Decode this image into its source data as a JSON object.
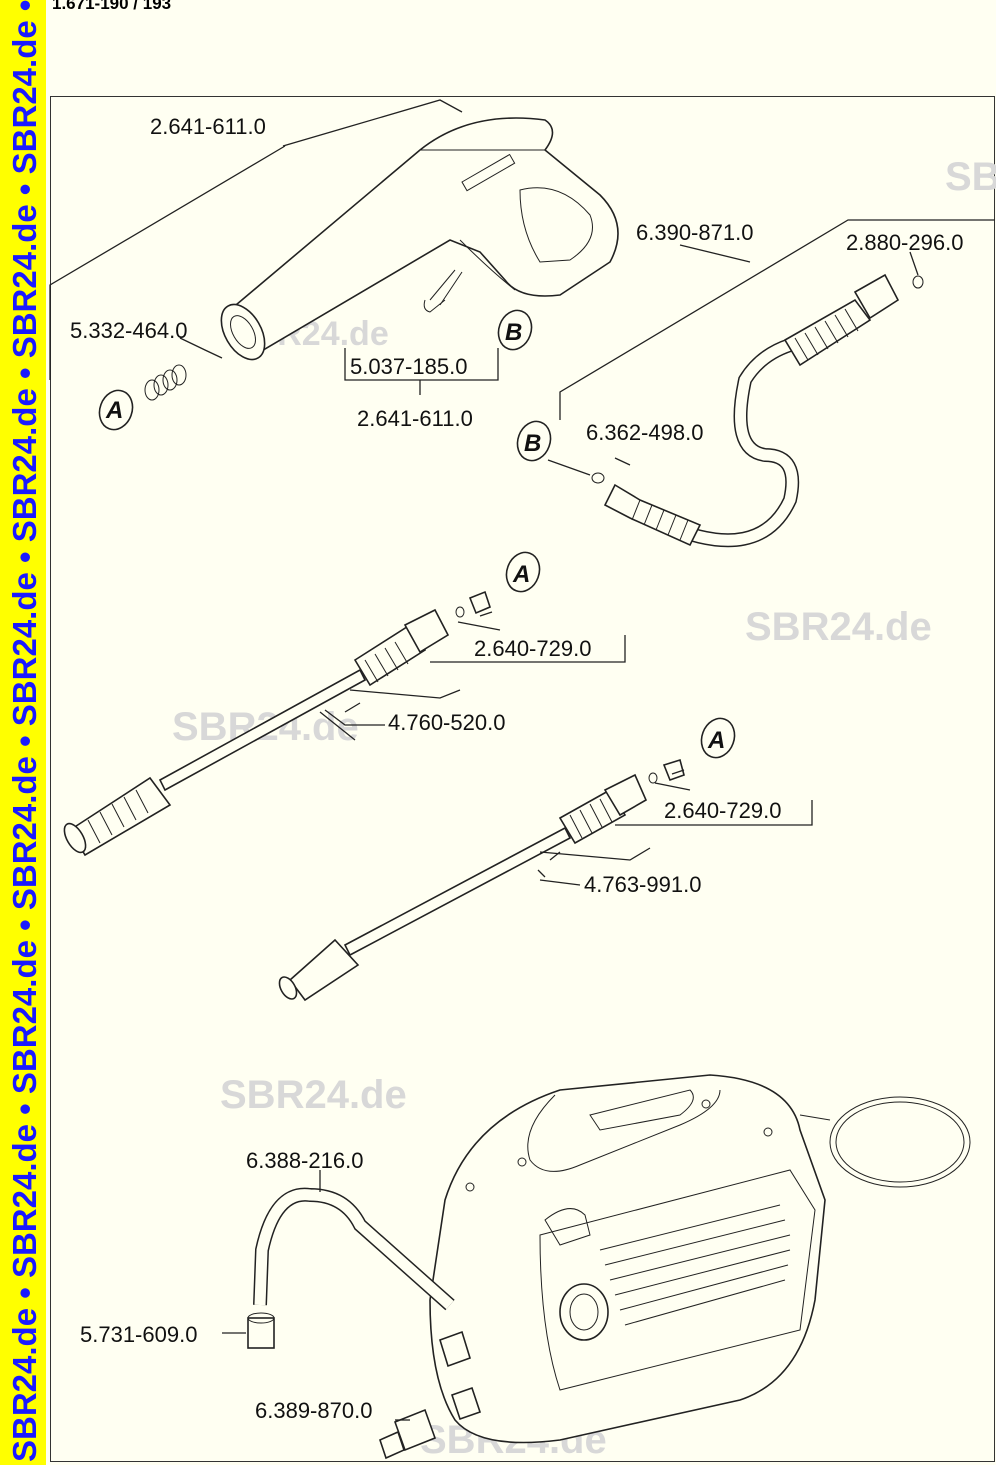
{
  "header": {
    "doc_number": "1.671-190 / 193"
  },
  "side_banner": {
    "text": "SBR24.de • SBR24.de • SBR24.de • SBR24.de • SBR24.de • SBR24.de • SBR24.de • SBR24.de • SBR24"
  },
  "watermark": {
    "text": "SBR24.de"
  },
  "callouts": {
    "a": "A",
    "b": "B"
  },
  "parts": {
    "gun_body": "2.641-611.0",
    "spring": "5.332-464.0",
    "clip": "5.037-185.0",
    "gun_set": "2.641-611.0",
    "hose": "6.390-871.0",
    "hose_oring": "2.880-296.0",
    "hose_end_oring": "6.362-498.0",
    "nozzle_ring_1": "2.640-729.0",
    "lance_1": "4.760-520.0",
    "nozzle_ring_2": "2.640-729.0",
    "lance_2": "4.763-991.0",
    "suction_hose": "6.388-216.0",
    "filter": "5.731-609.0",
    "connector": "6.389-870.0"
  },
  "colors": {
    "banner_bg": "#ffff00",
    "banner_text": "#1a1aff",
    "page_bg": "#fffff2",
    "watermark": "#d8d8d8"
  }
}
